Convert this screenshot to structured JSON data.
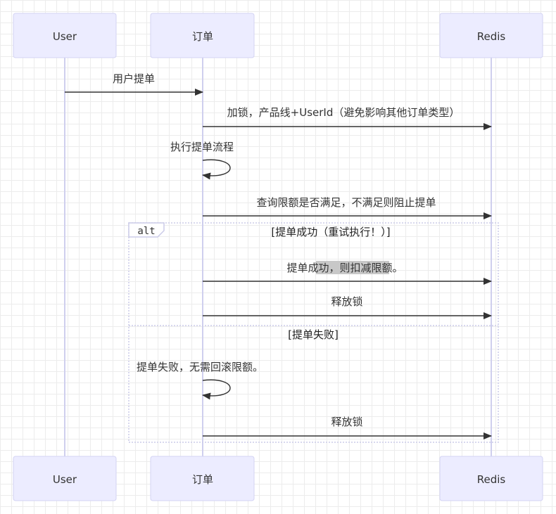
{
  "participants": {
    "user": "User",
    "order": "订单",
    "redis": "Redis"
  },
  "messages": {
    "m1": "用户提单",
    "m2": "加锁，产品线+UserId（避免影响其他订单类型）",
    "m3": "执行提单流程",
    "m4": "查询限额是否满足，不满足则阻止提单",
    "m5": "提单成功，则扣减限额。",
    "m6": "释放锁",
    "m7": "提单失败，无需回滚限额。",
    "m8": "释放锁"
  },
  "alt_frame": {
    "tag": "alt",
    "condition_1": "[提单成功（重试执行！）]",
    "condition_2": "[提单失败]"
  },
  "colors": {
    "actor_fill": "#ececff",
    "actor_border": "#d3d3f3",
    "lifeline": "#cfcfee",
    "arrow": "#333333"
  }
}
